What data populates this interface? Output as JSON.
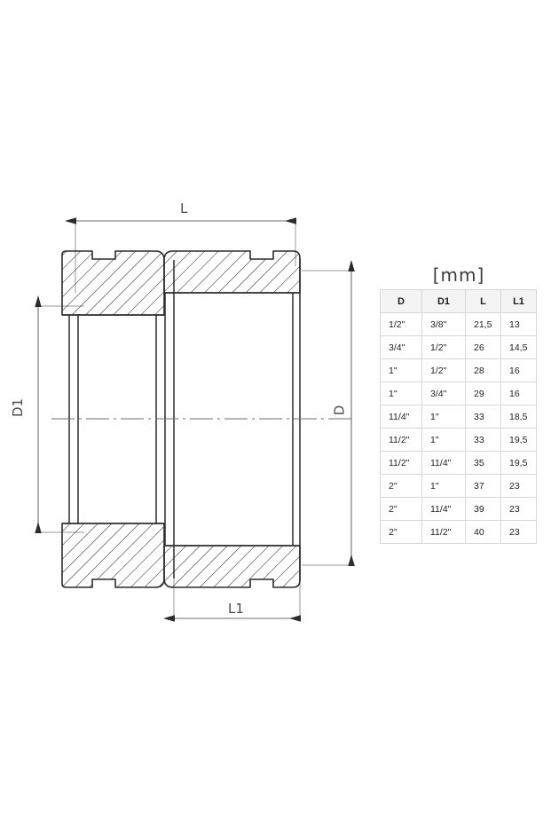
{
  "drawing": {
    "title": "pipe-reducer-cross-section",
    "dimension_labels": {
      "length_total": "L",
      "length_socket": "L1",
      "diameter_small": "D1",
      "diameter_large": "D"
    },
    "line_color": "#2b2b2b",
    "dimension_color": "#6e6e6e",
    "hatch_color": "#2b2b2b"
  },
  "table": {
    "unit_title": "[mm]",
    "columns": [
      "D",
      "D1",
      "L",
      "L1"
    ],
    "rows": [
      [
        "1/2\"",
        "3/8\"",
        "21,5",
        "13"
      ],
      [
        "3/4\"",
        "1/2\"",
        "26",
        "14,5"
      ],
      [
        "1\"",
        "1/2\"",
        "28",
        "16"
      ],
      [
        "1\"",
        "3/4\"",
        "29",
        "16"
      ],
      [
        "11/4\"",
        "1\"",
        "33",
        "18,5"
      ],
      [
        "11/2\"",
        "1\"",
        "33",
        "19,5"
      ],
      [
        "11/2\"",
        "11/4\"",
        "35",
        "19,5"
      ],
      [
        "2\"",
        "1\"",
        "37",
        "23"
      ],
      [
        "2\"",
        "11/4\"",
        "39",
        "23"
      ],
      [
        "2\"",
        "11/2\"",
        "40",
        "23"
      ]
    ],
    "header_bg": "#f4f4f4",
    "border_color": "#d7d7d7"
  }
}
